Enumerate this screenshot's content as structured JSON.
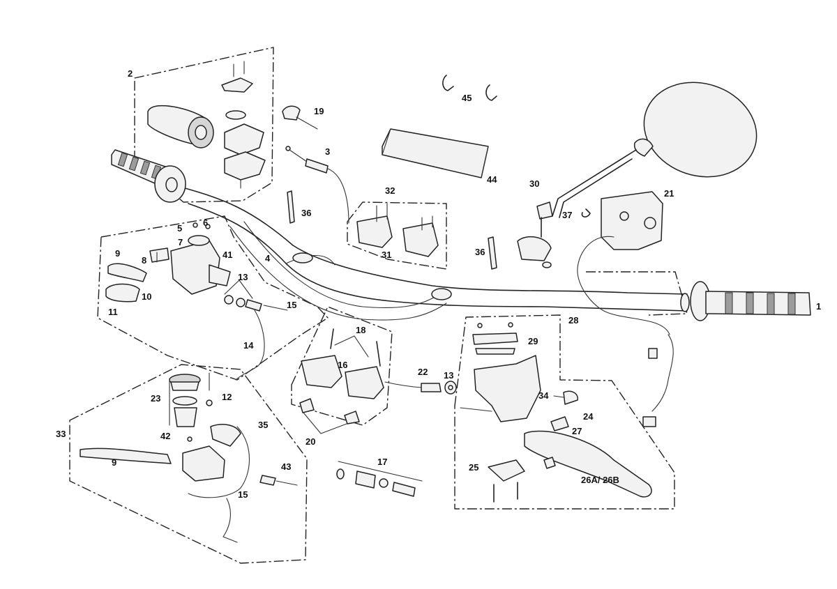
{
  "labels": {
    "p1": "1",
    "p2": "2",
    "p3": "3",
    "p4": "4",
    "p5": "5",
    "p6": "6",
    "p7": "7",
    "p8": "8",
    "p9a": "9",
    "p9b": "9",
    "p10": "10",
    "p11": "11",
    "p12": "12",
    "p13a": "13",
    "p13b": "13",
    "p14": "14",
    "p15a": "15",
    "p15b": "15",
    "p16": "16",
    "p17": "17",
    "p18": "18",
    "p19": "19",
    "p20": "20",
    "p21": "21",
    "p22": "22",
    "p23": "23",
    "p24": "24",
    "p25": "25",
    "p26": "26A/ 26B",
    "p27": "27",
    "p28": "28",
    "p29": "29",
    "p30": "30",
    "p31": "31",
    "p32": "32",
    "p33": "33",
    "p34": "34",
    "p35": "35",
    "p36a": "36",
    "p36b": "36",
    "p37": "37",
    "p41": "41",
    "p42": "42",
    "p43": "43",
    "p44": "44",
    "p45": "45"
  }
}
